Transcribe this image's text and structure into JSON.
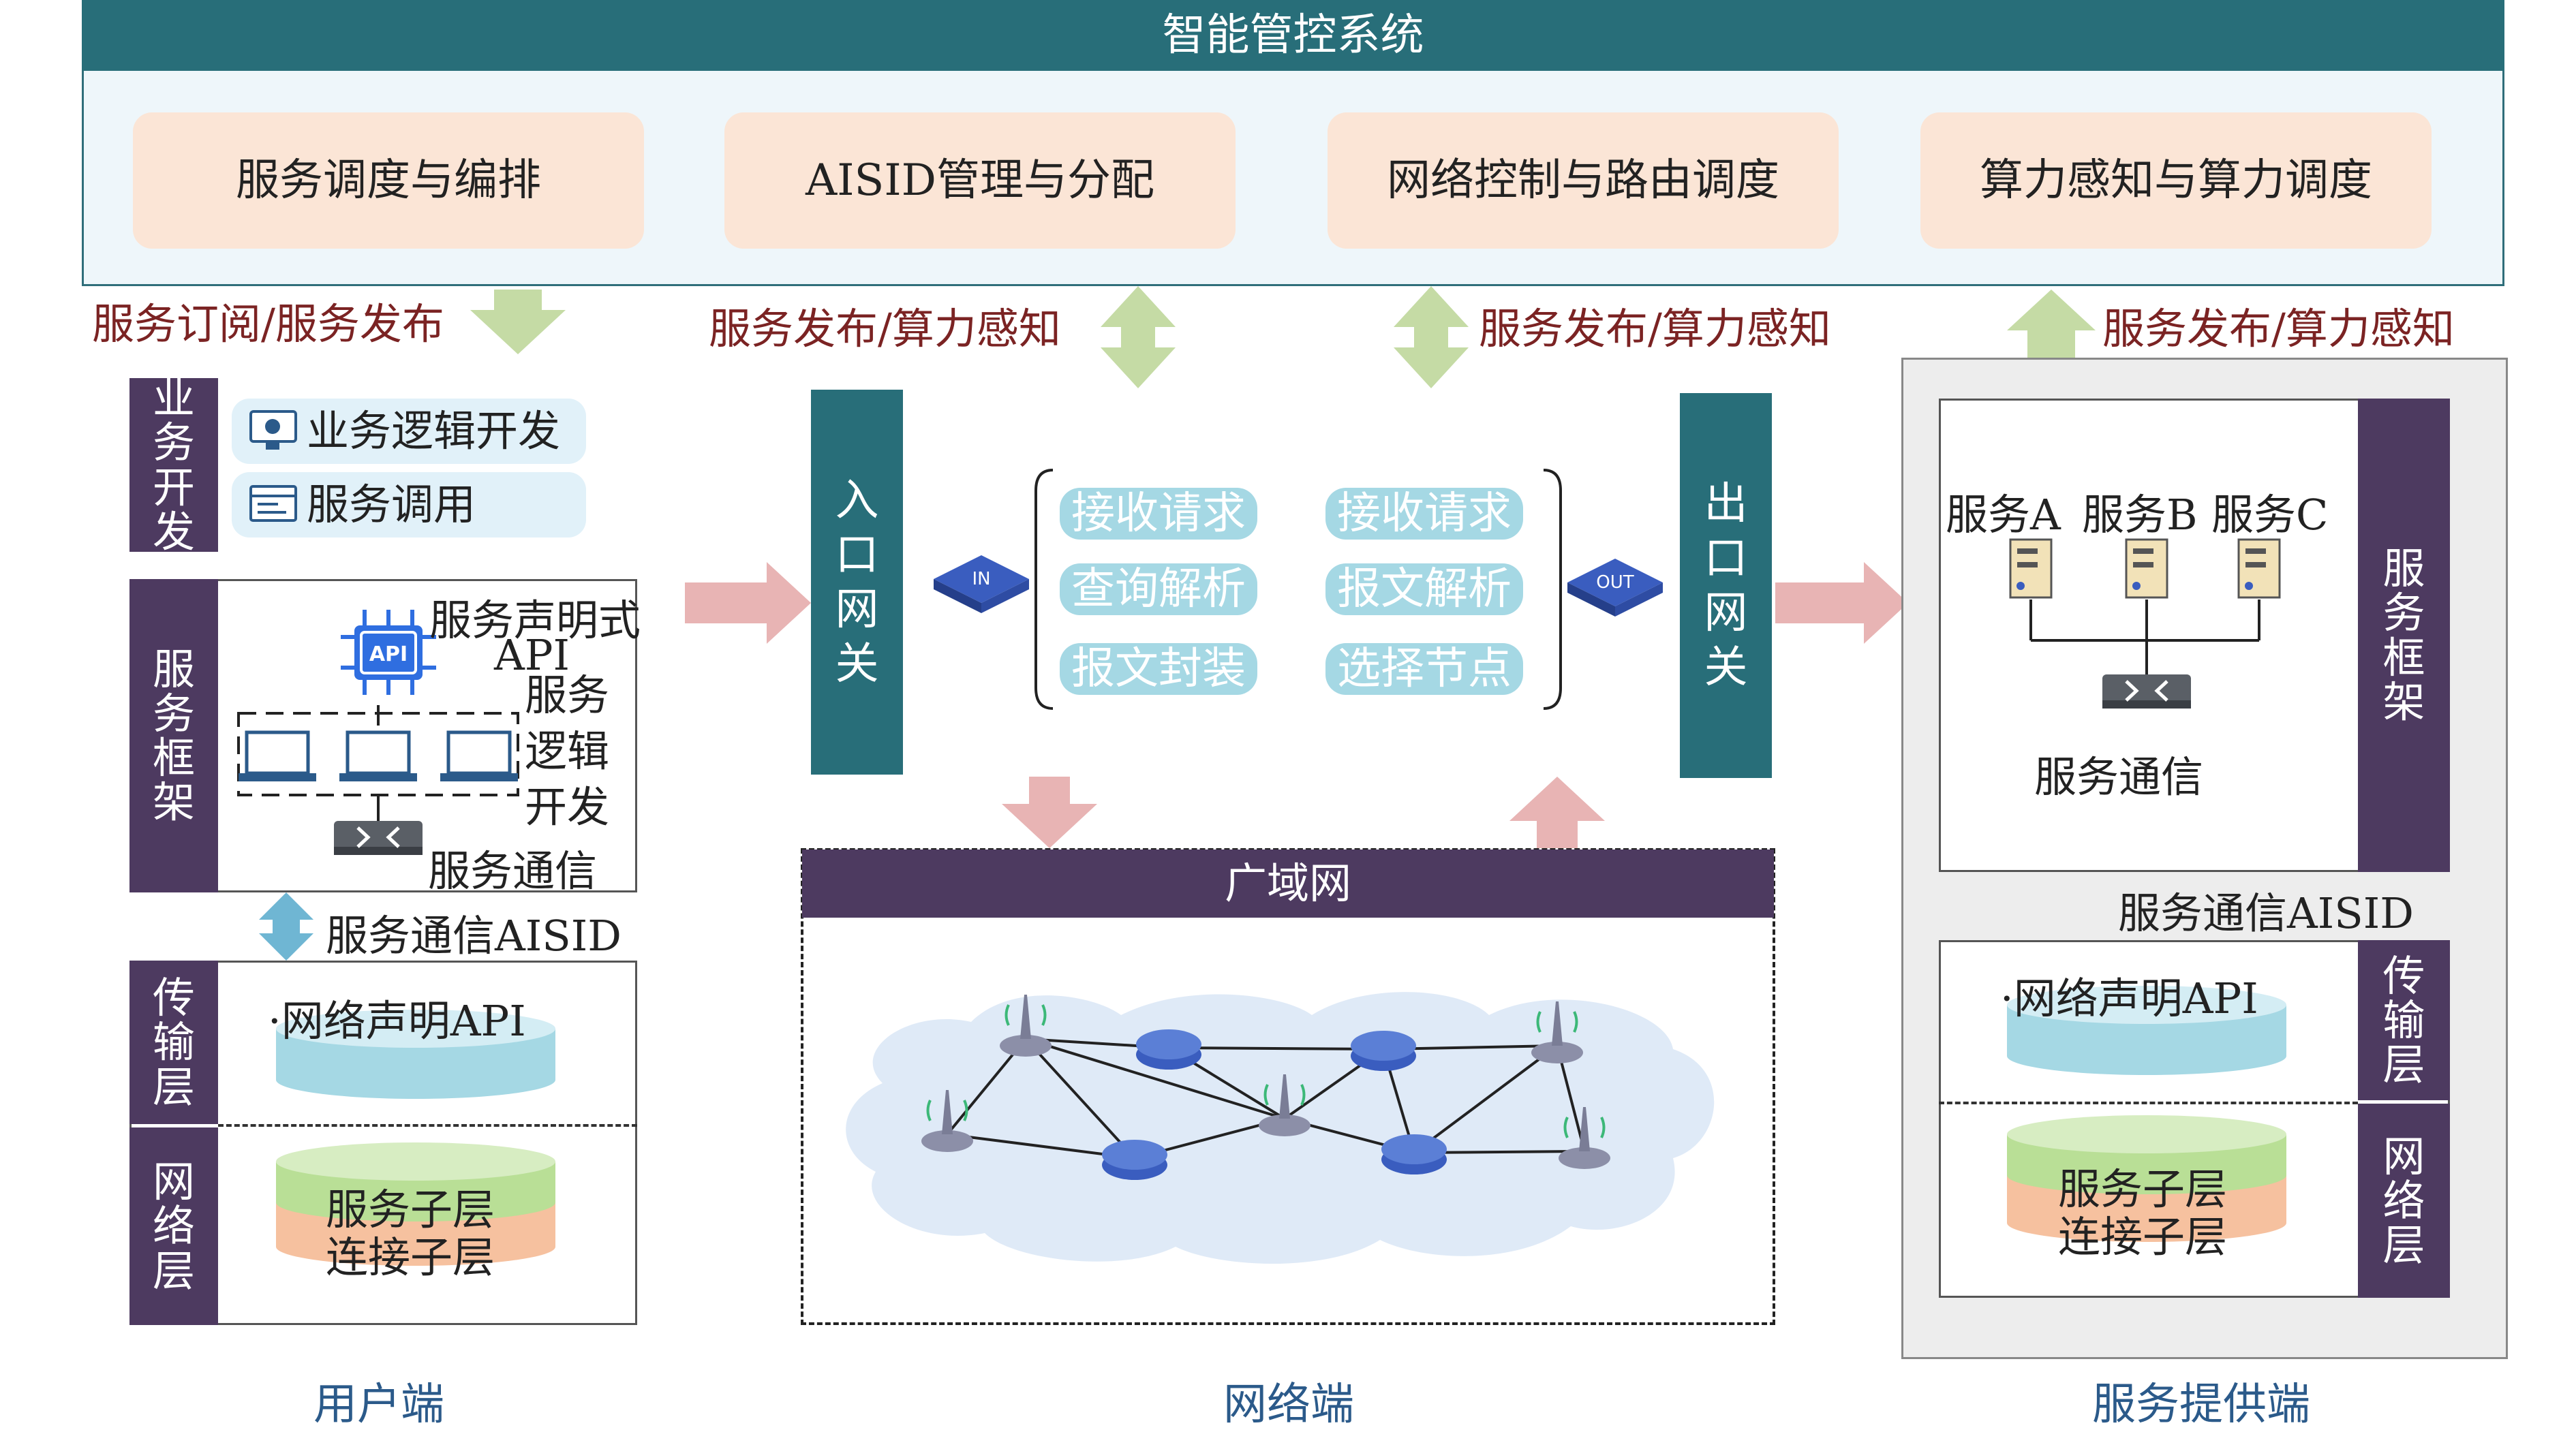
{
  "top": {
    "title": "智能管控系统",
    "modules": [
      "服务调度与编排",
      "AISID管理与分配",
      "网络控制与路由调度",
      "算力感知与算力调度"
    ]
  },
  "arrows_labels": {
    "left": "服务订阅/服务发布",
    "mid_left": "服务发布/算力感知",
    "mid_right": "服务发布/算力感知",
    "right": "服务发布/算力感知"
  },
  "user": {
    "business_tab": "业务开发",
    "business_items": [
      "业务逻辑开发",
      "服务调用"
    ],
    "framework_tab": "服务框架",
    "api_chip": "API",
    "api_label_1": "服务声明式",
    "api_label_2": "API",
    "logic_label": [
      "服务",
      "逻辑",
      "开发"
    ],
    "comm_label": "服务通信",
    "aisid_label": "服务通信AISID",
    "transport_tab": "传输层",
    "transport_item": "·网络声明API",
    "network_tab": "网络层",
    "service_sublayer": "服务子层",
    "connect_sublayer": "连接子层",
    "caption": "用户端"
  },
  "network": {
    "ingress": "入口网关",
    "egress": "出口网关",
    "in_tag": "IN",
    "out_tag": "OUT",
    "steps_left": [
      "接收请求",
      "查询解析",
      "报文封装"
    ],
    "steps_right": [
      "接收请求",
      "报文解析",
      "选择节点"
    ],
    "wan_title": "广域网",
    "caption": "网络端"
  },
  "provider": {
    "services": [
      "服务A",
      "服务B",
      "服务C"
    ],
    "comm_label": "服务通信",
    "framework_tab": "服务框架",
    "aisid_label": "服务通信AISID",
    "transport_item": "·网络声明API",
    "transport_tab": "传输层",
    "service_sublayer": "服务子层",
    "connect_sublayer": "连接子层",
    "network_tab": "网络层",
    "caption": "服务提供端"
  },
  "colors": {
    "teal": "#286e79",
    "purple": "#4d3a60",
    "peach": "#fbe5d6",
    "green_arrow": "#c5dba5",
    "pink_arrow": "#e8b4b4",
    "blue_arrow": "#6fb6d3",
    "red_text": "#7b2323",
    "caption": "#2b5a8a"
  }
}
